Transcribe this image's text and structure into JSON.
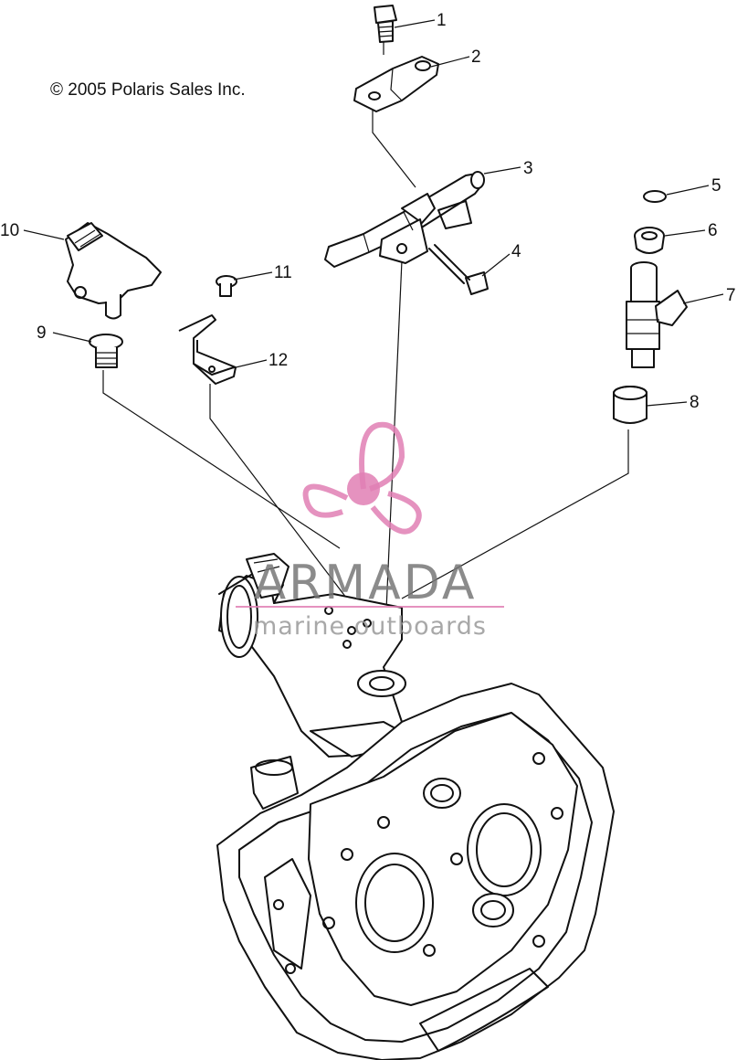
{
  "copyright": "© 2005 Polaris Sales Inc.",
  "callouts": [
    "1",
    "2",
    "3",
    "4",
    "5",
    "6",
    "7",
    "8",
    "9",
    "10",
    "11",
    "12"
  ],
  "watermark": {
    "title": "ARMADA",
    "subtitle": "marine outboards",
    "accent_color": "#e07fb4",
    "icon": "propeller-logo"
  }
}
